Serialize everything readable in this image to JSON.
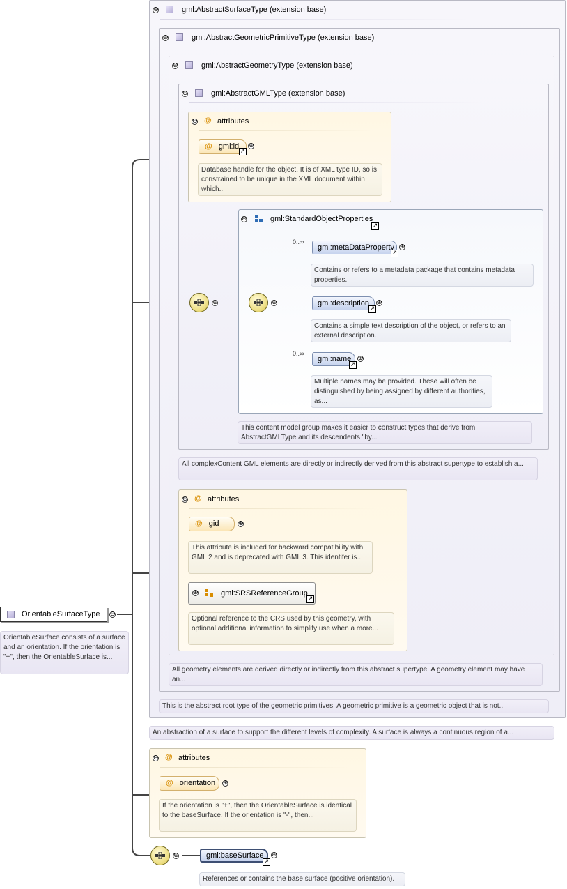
{
  "root": {
    "label": "OrientableSurfaceType",
    "note": "OrientableSurface consists of a surface and an orientation. If the orientation is \"+\", then the OrientableSurface is..."
  },
  "frames": {
    "surface": {
      "title": "gml:AbstractSurfaceType (extension base)",
      "note": "An abstraction of a surface to support the different levels of complexity. A surface is always a continuous region of a..."
    },
    "primitive": {
      "title": "gml:AbstractGeometricPrimitiveType (extension base)",
      "note": "This is the abstract root type of the geometric primitives. A geometric primitive is a geometric object that is not..."
    },
    "geometry": {
      "title": "gml:AbstractGeometryType (extension base)",
      "note": "All geometry elements are derived directly or indirectly from this abstract supertype. A geometry element may have an..."
    },
    "gml": {
      "title": "gml:AbstractGMLType (extension base)",
      "note": "All complexContent GML elements are directly or indirectly derived from this abstract supertype to establish a..."
    }
  },
  "gml_attributes": {
    "title": "attributes",
    "id_label": "gml:id",
    "id_note": "Database handle for the object. It is of XML type ID, so is constrained to be unique in the XML document within which..."
  },
  "standard_props": {
    "title": "gml:StandardObjectProperties",
    "note": "This content model group makes it easier to construct types that derive from AbstractGMLType and its descendents \"by...",
    "items": [
      {
        "label": "gml:metaDataProperty",
        "card": "0..∞",
        "note": "Contains or refers to a metadata package that contains metadata properties."
      },
      {
        "label": "gml:description",
        "card": "",
        "note": "Contains a simple text description of the object, or refers to an external description."
      },
      {
        "label": "gml:name",
        "card": "0..∞",
        "note": "Multiple names may be provided. These will often be distinguished by being assigned by different authorities, as..."
      }
    ]
  },
  "geometry_attributes": {
    "title": "attributes",
    "gid_label": "gid",
    "gid_note": "This attribute is included for backward compatibility with GML 2 and is deprecated with GML 3. This identifer is...",
    "srs_label": "gml:SRSReferenceGroup",
    "srs_note": "Optional reference to the CRS used by this geometry, with optional additional information to simplify use when a more..."
  },
  "orient_attributes": {
    "title": "attributes",
    "orientation_label": "orientation",
    "orientation_note": "If the orientation is \"+\", then the OrientableSurface is identical to the baseSurface. If the orientation is \"-\", then..."
  },
  "base_surface": {
    "label": "gml:baseSurface",
    "note": "References or contains the base surface (positive orientation)."
  },
  "symbols": {
    "collapse": "⊖",
    "expand": "⊕",
    "attribute": "@",
    "reference": "↗"
  },
  "colors": {
    "type_frame": "#efeef7",
    "attribute_frame": "#fff7e3",
    "element_pill": "#c6d3ee",
    "compositor": "#efe18a",
    "attribute_symbol": "#d88d00"
  }
}
